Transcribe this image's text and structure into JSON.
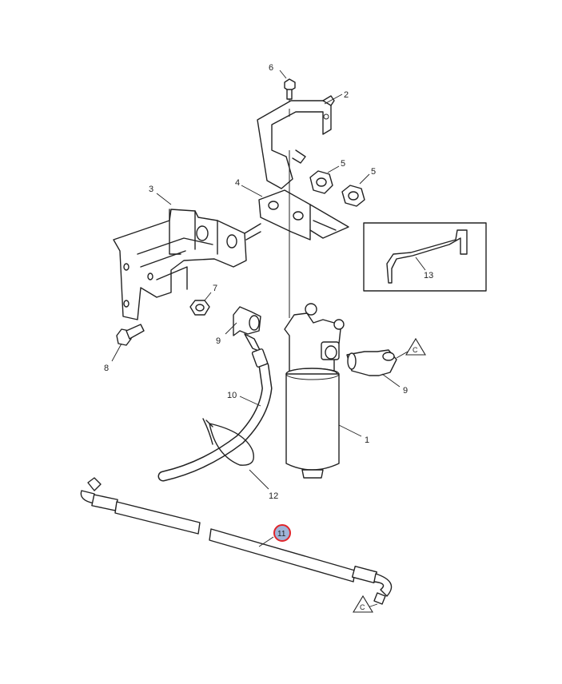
{
  "diagram": {
    "callouts": {
      "c1": "1",
      "c2": "2",
      "c3": "3",
      "c4": "4",
      "c5a": "5",
      "c5b": "5",
      "c6": "6",
      "c7": "7",
      "c8": "8",
      "c9a": "9",
      "c9b": "9",
      "c10": "10",
      "c11": "11",
      "c12": "12",
      "c13": "13"
    },
    "references": {
      "upper": "C",
      "lower": "C"
    },
    "highlighted_callout": "11",
    "colors": {
      "highlight_ring": "#e0252b",
      "highlight_fill": "#9fb4d8",
      "line": "#222222"
    }
  }
}
